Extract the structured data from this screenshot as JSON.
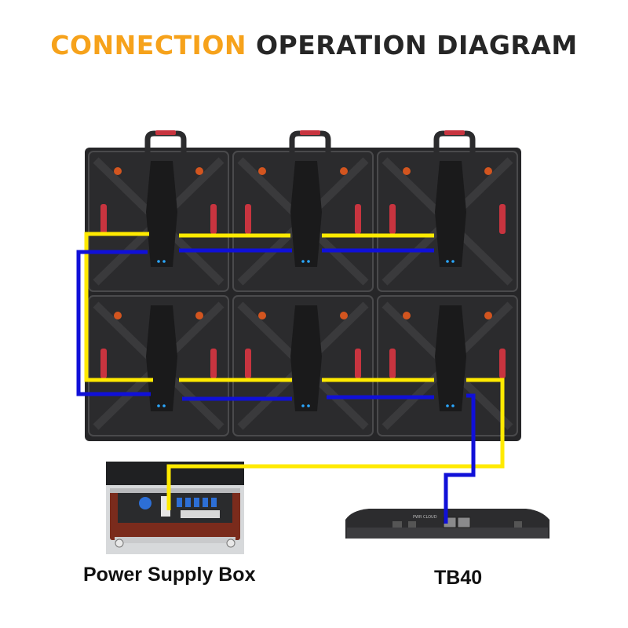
{
  "title": {
    "highlight": "CONNECTION",
    "rest": "OPERATION DIAGRAM"
  },
  "colors": {
    "accent": "#f6a21b",
    "title_text": "#262626",
    "power_line": "#ffea00",
    "signal_line": "#1010d8",
    "cabinet": "#2b2b2d",
    "cabinet_dark": "#1a1a1b",
    "handle_red": "#c8343f"
  },
  "devices": {
    "power_box": {
      "label": "Power Supply Box"
    },
    "controller": {
      "label": "TB40",
      "panel_text": "PWR CLOUD"
    }
  },
  "led_wall": {
    "rows": 2,
    "columns": 3
  }
}
